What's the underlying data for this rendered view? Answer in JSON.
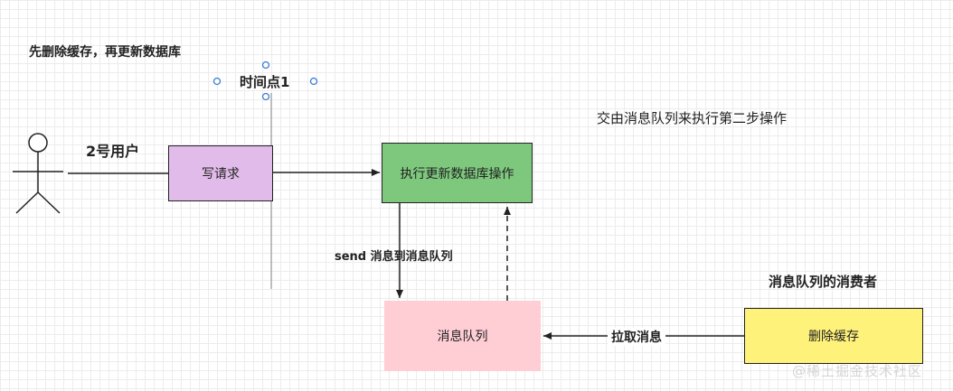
{
  "note_top": "先删除缓存，再更新数据库",
  "time_label": "时间点1",
  "note_right": "交由消息队列来执行第二步操作",
  "actor_label": "2号用户",
  "boxes": {
    "write_request": "写请求",
    "update_db": "执行更新数据库操作",
    "message_queue": "消息队列",
    "delete_cache": "删除缓存"
  },
  "edge_labels": {
    "send_to_queue": "send 消息到消息队列",
    "pull_message": "拉取消息"
  },
  "consumer_label": "消息队列的消费者",
  "watermark": "@稀土掘金技术社区",
  "colors": {
    "write_request": "#e1bcea",
    "update_db": "#7ec87e",
    "message_queue": "#ffced5",
    "delete_cache": "#fff27a",
    "selection_handle": "#3a7bd5"
  }
}
